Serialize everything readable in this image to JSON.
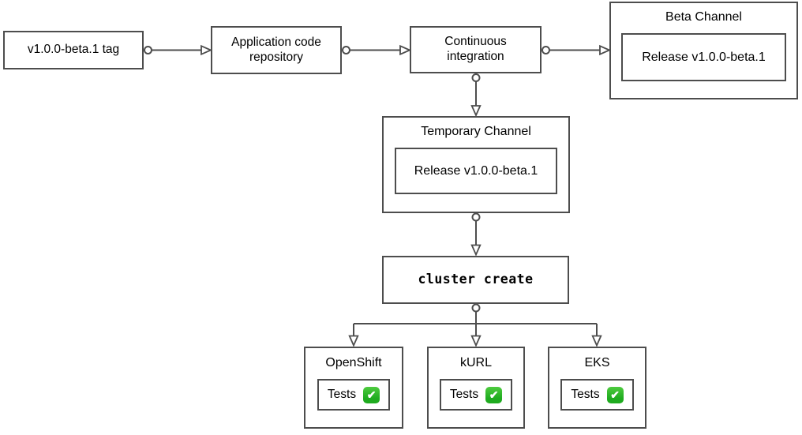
{
  "colors": {
    "stroke": "#4d4d4d",
    "text": "#000000",
    "bg": "#ffffff",
    "check-green": "#1fab1f",
    "check-green-light": "#4ecb3f"
  },
  "nodes": {
    "tag": {
      "label": "v1.0.0-beta.1 tag"
    },
    "repo": {
      "lines": [
        "Application code",
        "repository"
      ]
    },
    "ci": {
      "lines": [
        "Continuous",
        "integration"
      ]
    },
    "beta_channel": {
      "title": "Beta Channel",
      "release": "Release v1.0.0-beta.1"
    },
    "temporary_channel": {
      "title": "Temporary Channel",
      "release": "Release v1.0.0-beta.1"
    },
    "cluster_create": {
      "label": "cluster create"
    },
    "clusters": [
      {
        "title": "OpenShift",
        "tests_label": "Tests",
        "status_icon": "check-mark-green",
        "check_glyph": "✔"
      },
      {
        "title": "kURL",
        "tests_label": "Tests",
        "status_icon": "check-mark-green",
        "check_glyph": "✔"
      },
      {
        "title": "EKS",
        "tests_label": "Tests",
        "status_icon": "check-mark-green",
        "check_glyph": "✔"
      }
    ]
  }
}
